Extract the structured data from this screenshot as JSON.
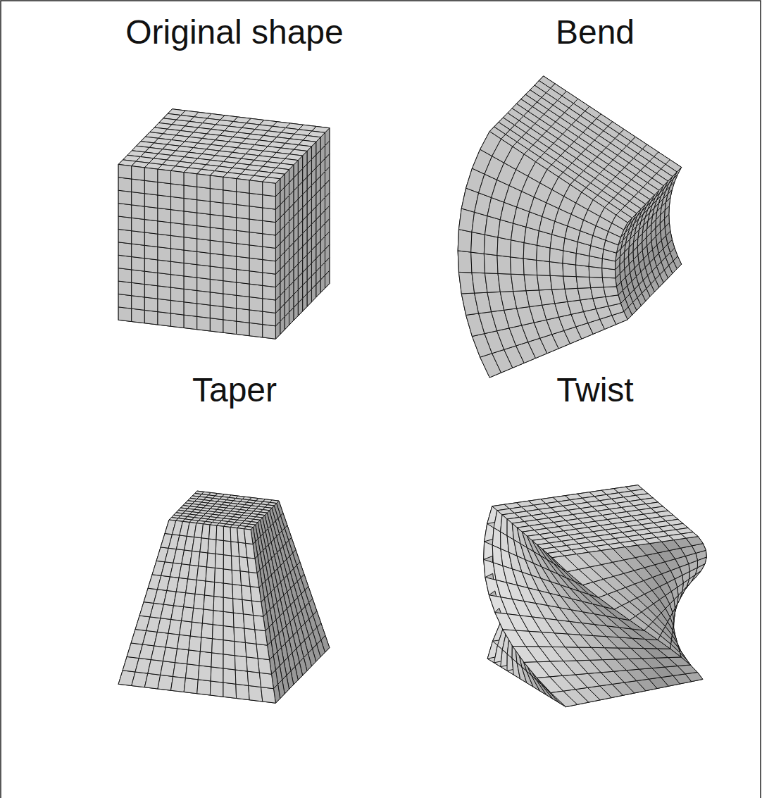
{
  "diagram": {
    "labels": [
      "Original shape",
      "Bend",
      "Taper",
      "Twist"
    ]
  }
}
